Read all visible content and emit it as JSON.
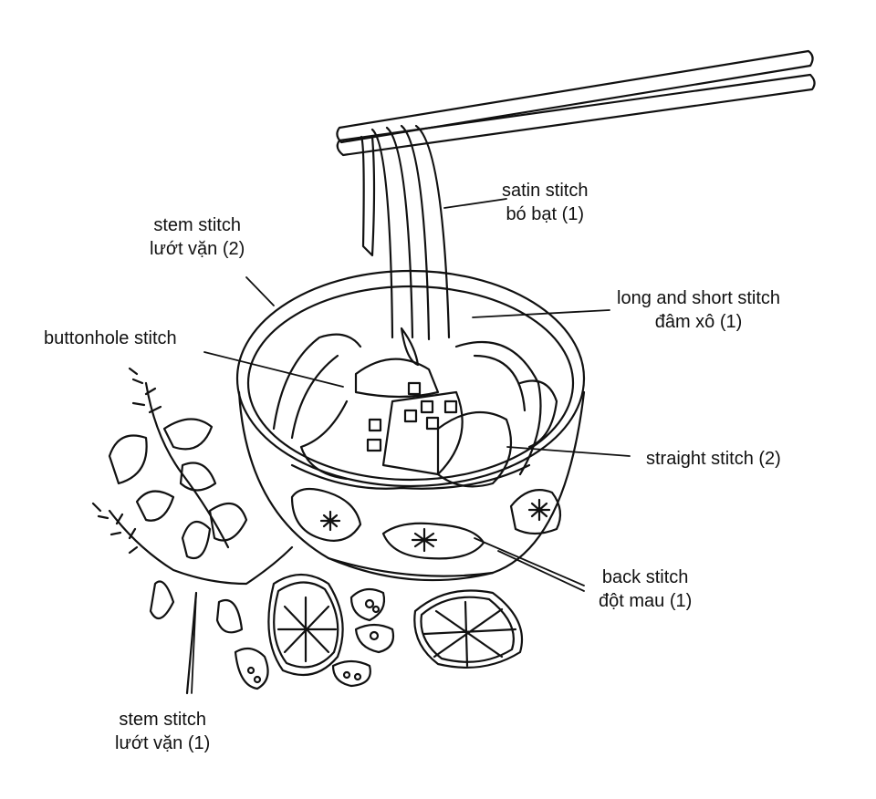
{
  "colors": {
    "ink": "#111111",
    "paper": "#ffffff"
  },
  "labels": {
    "satin": {
      "line1": "satin stitch",
      "line2": "bó bạt (1)"
    },
    "stem2": {
      "line1": "stem stitch",
      "line2": "lướt vặn (2)"
    },
    "longshort": {
      "line1": "long and short stitch",
      "line2": "đâm xô (1)"
    },
    "buttonhole": {
      "line1": "buttonhole stitch"
    },
    "straight": {
      "line1": "straight stitch (2)"
    },
    "back": {
      "line1": "back stitch",
      "line2": "đột mau (1)"
    },
    "stem1": {
      "line1": "stem stitch",
      "line2": "lướt vặn (1)"
    }
  }
}
